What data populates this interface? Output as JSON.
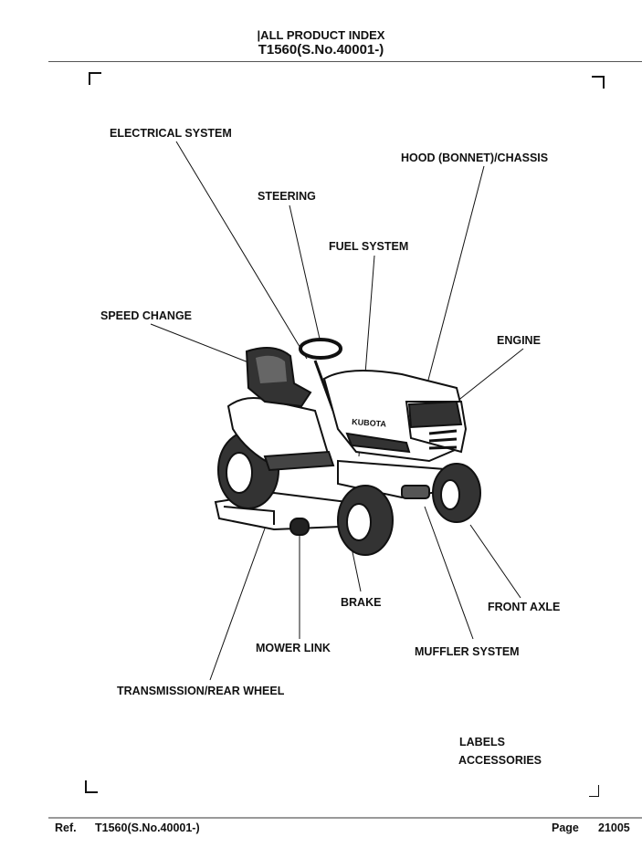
{
  "header": {
    "title": "|ALL PRODUCT INDEX",
    "model": "T1560(S.No.40001-)"
  },
  "illustration": {
    "subject": "riding lawn tractor",
    "brand_mark": "KUBOTA",
    "callouts": [
      {
        "id": "electrical-system",
        "label": "ELECTRICAL SYSTEM"
      },
      {
        "id": "hood-chassis",
        "label": "HOOD (BONNET)/CHASSIS"
      },
      {
        "id": "steering",
        "label": "STEERING"
      },
      {
        "id": "fuel-system",
        "label": "FUEL SYSTEM"
      },
      {
        "id": "speed-change",
        "label": "SPEED CHANGE"
      },
      {
        "id": "engine",
        "label": "ENGINE"
      },
      {
        "id": "brake",
        "label": "BRAKE"
      },
      {
        "id": "front-axle",
        "label": "FRONT AXLE"
      },
      {
        "id": "mower-link",
        "label": "MOWER LINK"
      },
      {
        "id": "muffler-system",
        "label": "MUFFLER SYSTEM"
      },
      {
        "id": "transmission-rear-wheel",
        "label": "TRANSMISSION/REAR WHEEL"
      }
    ]
  },
  "extras": {
    "labels": "LABELS",
    "accessories": "ACCESSORIES"
  },
  "footer": {
    "ref_label": "Ref.",
    "ref_model": "T1560(S.No.40001-)",
    "page_label": "Page",
    "page_number": "21005"
  }
}
